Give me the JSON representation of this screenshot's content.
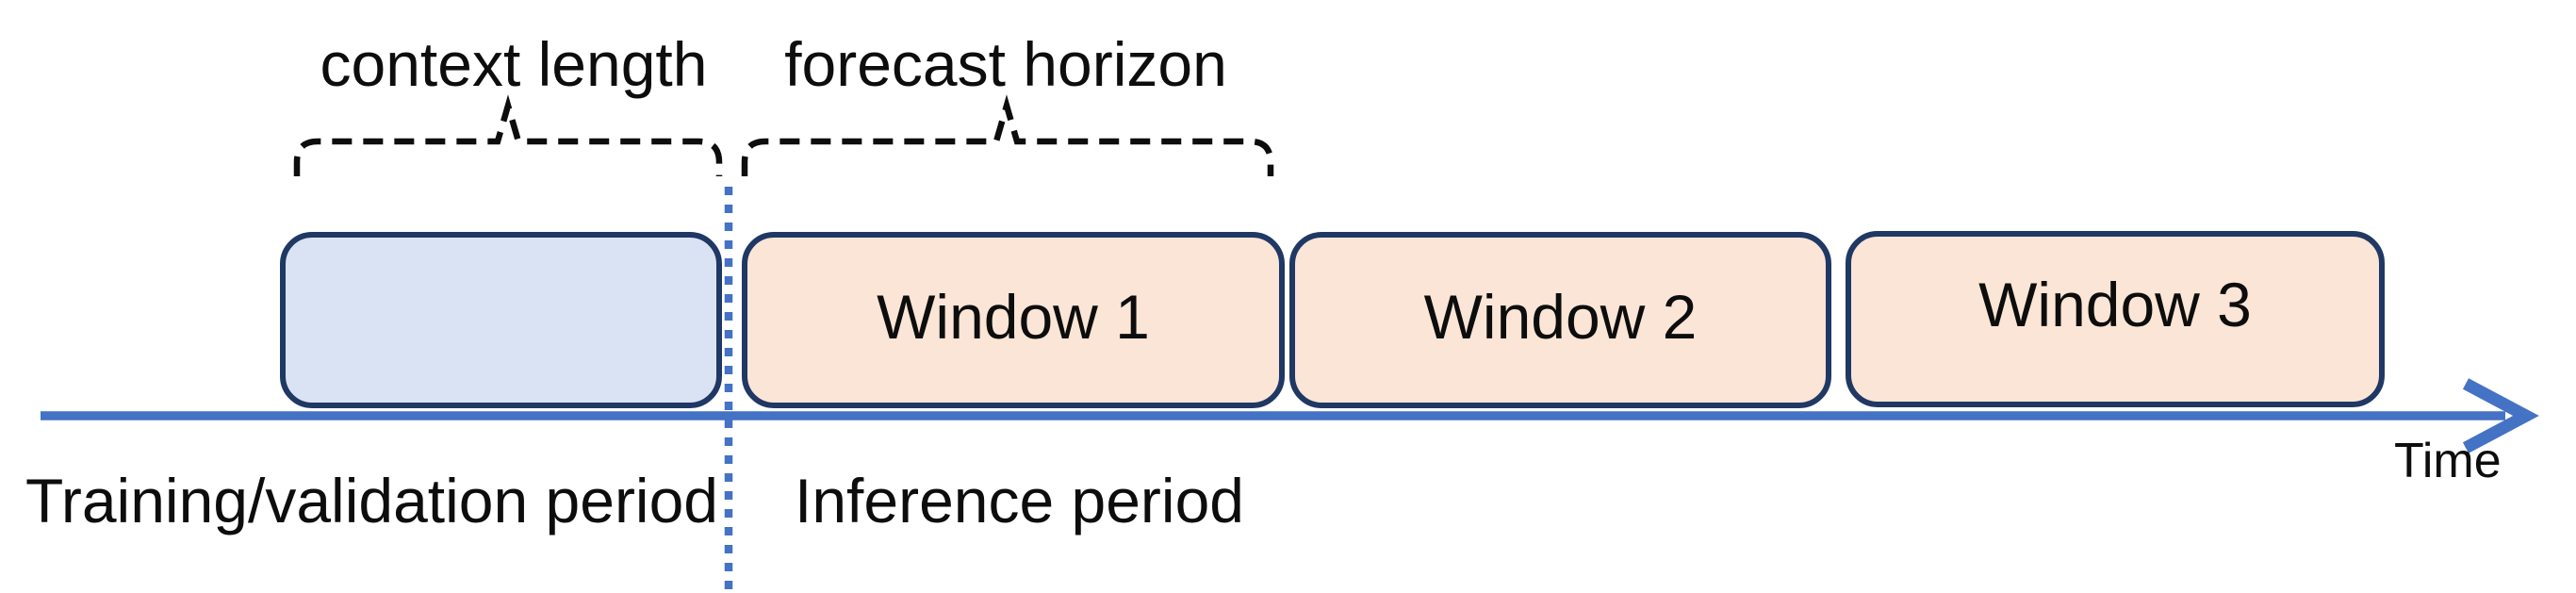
{
  "annotations": {
    "context_length": "context length",
    "forecast_horizon": "forecast horizon"
  },
  "boxes": {
    "windows": [
      {
        "label": "Window 1"
      },
      {
        "label": "Window 2"
      },
      {
        "label": "Window 3"
      }
    ]
  },
  "periods": {
    "training": "Training/validation period",
    "inference": "Inference period"
  },
  "axis": {
    "label": "Time"
  },
  "colors": {
    "axis_blue": "#4472c4",
    "divider_blue": "#4472c4",
    "box_border_navy": "#1f3864",
    "context_box_fill": "#dae3f3",
    "window_box_fill": "#fbe5d6",
    "brace_black": "#0d0d0d",
    "text_black": "#0d0d0d"
  }
}
